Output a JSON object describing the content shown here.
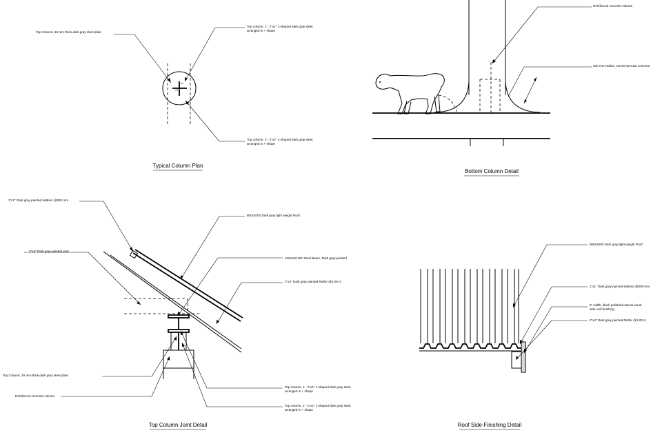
{
  "titles": {
    "typical_column_plan": "Typical Column Plan",
    "bottom_column_detail": "Bottom Column Detail",
    "top_column_joint_detail": "Top Column Joint Detail",
    "roof_side_finishing_detail": "Roof Side-Finishing Detail"
  },
  "plan": {
    "note_plate": "Top Column, 10 mm-thick,dark gray steel plate",
    "note_top_1": "Top column, 2 - 2\"x2\" L-shaped dark gray steel,",
    "note_top_2": "arranged in + shape",
    "note_bottom_1": "Top column, 2 - 2\"x2\" L-shaped dark gray steel,",
    "note_bottom_2": "arranged in + shape"
  },
  "bottom": {
    "note_column": "Reinforced concrete column",
    "note_radius": "200 mm-radius, curved-precast concrete"
  },
  "joint": {
    "note_battens": "1\"x1\" Dark gray painted battens @600 mm",
    "note_roof": "800x2000 Dark gray light weight Roof",
    "note_joist": "2\"x4\" Dark gray painted joist",
    "note_beam": "100x100 WF Steel Beam, Dark gray painted",
    "note_rafter": "2\"x4\" Dark gray painted Rafter @1.00 m",
    "note_plate": "Top Column, 10 mm-thick,dark gray steel plate",
    "note_rc": "Reinforced concrete column",
    "note_l1_1": "Top column, 2 - 2\"x2\" L-shaped dark gray steel,",
    "note_l1_2": "arranged in + shape",
    "note_l2_1": "Top column, 2 - 2\"x2\" L-shaped dark gray steel,",
    "note_l2_2": "arranged in + shape"
  },
  "roofside": {
    "note_roof": "900x2000 Dark gray light weight Roof",
    "note_battens": "1\"x1\" Dark gray painted battens @600 mm",
    "note_wood_1": "6\" width, black polished natural wood",
    "note_wood_2": "side roof finishing",
    "note_rafter": "2\"x4\" Dark gray painted Rafter @1.00 m"
  }
}
